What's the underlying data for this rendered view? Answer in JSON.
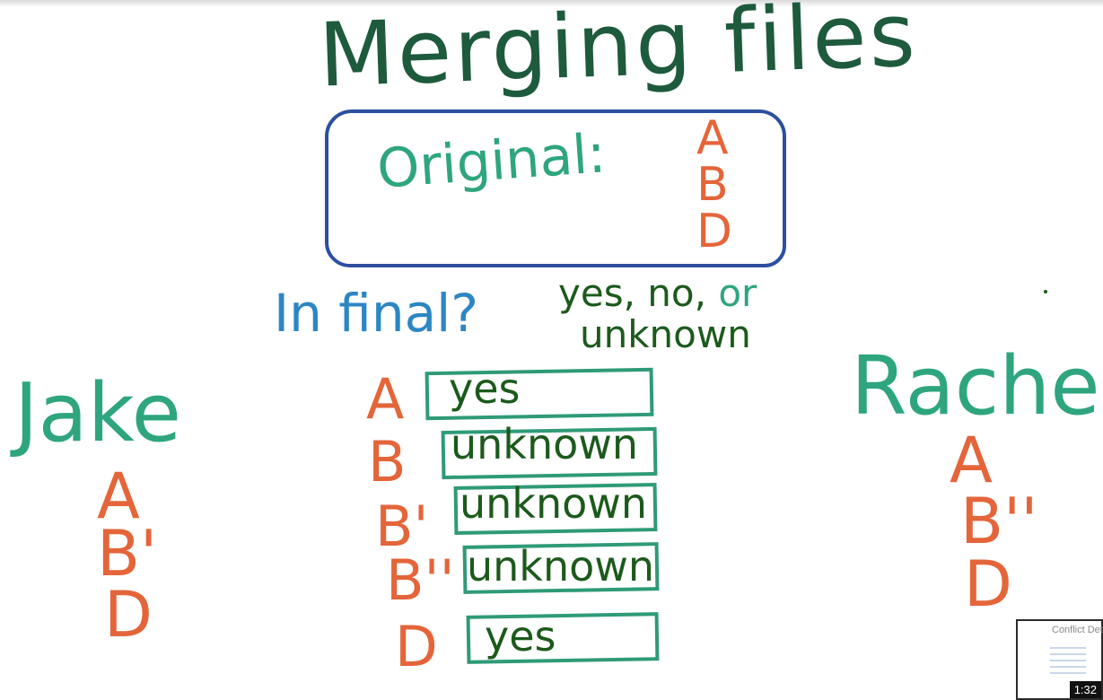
{
  "title": "Merging files",
  "original": {
    "label": "Original:",
    "lines": [
      "A",
      "B",
      "D"
    ]
  },
  "question": {
    "label": "In final?",
    "options_line1": "yes, no,",
    "options_or": "or",
    "options_line2": "unknown"
  },
  "jake": {
    "name": "Jake",
    "lines": [
      "A",
      "B'",
      "D"
    ]
  },
  "rachel": {
    "name": "Rachel",
    "lines": [
      "A",
      "B''",
      "D"
    ]
  },
  "final_rows": [
    {
      "line": "A",
      "answer": "yes"
    },
    {
      "line": "B",
      "answer": "unknown"
    },
    {
      "line": "B'",
      "answer": "unknown"
    },
    {
      "line": "B''",
      "answer": "unknown"
    },
    {
      "line": "D",
      "answer": "yes"
    }
  ],
  "video": {
    "thumbnail_title": "Conflict Detec",
    "timestamp": "1:32"
  },
  "colors": {
    "title": "#1e5a3c",
    "teal": "#2ea57e",
    "orange": "#e4653a",
    "blue_box": "#2d4fa0",
    "blue_text": "#2d86c4",
    "dark_green": "#1c5a1c"
  }
}
